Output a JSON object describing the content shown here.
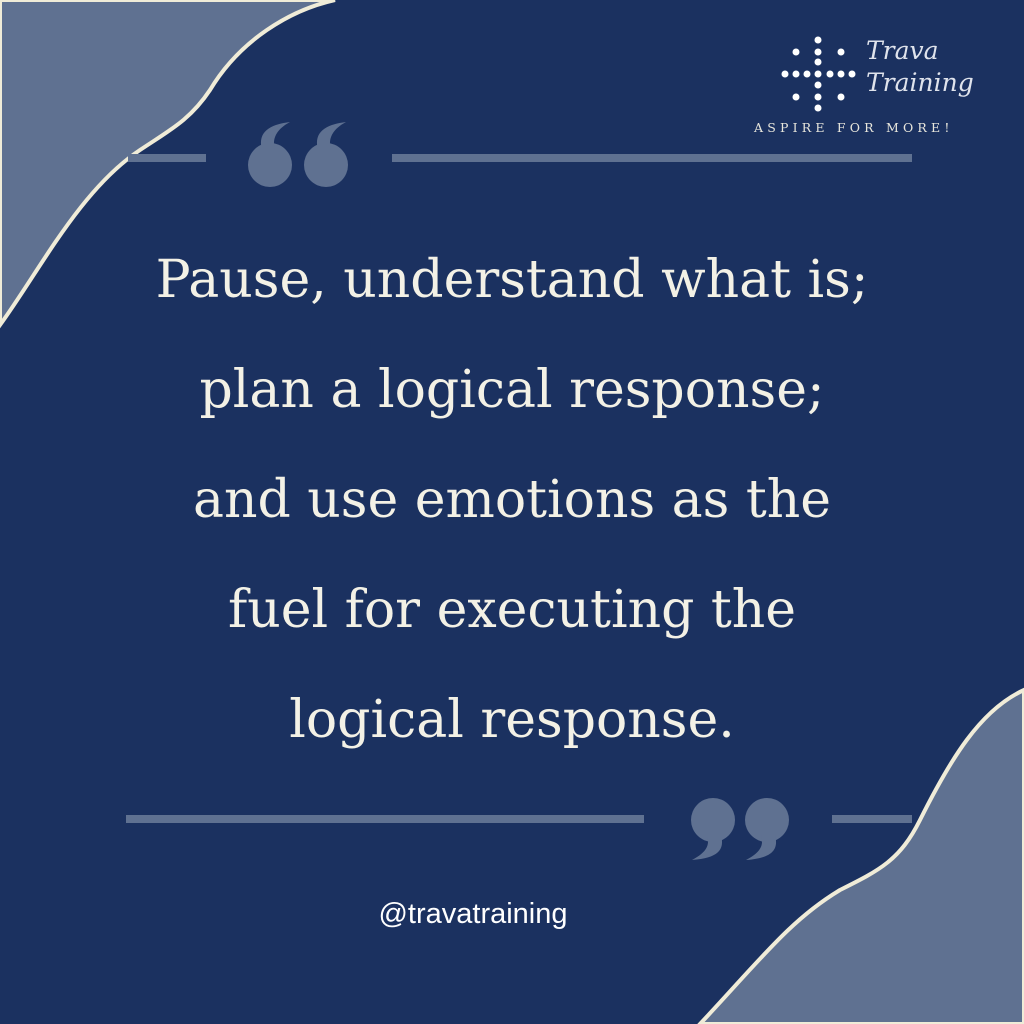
{
  "brand": {
    "name_line1": "Trava",
    "name_line2": "Training",
    "tagline": "ASPIRE FOR MORE!"
  },
  "quote": {
    "lines": [
      "Pause, understand what is;",
      "plan a logical response;",
      "and use emotions as the",
      "fuel for executing the",
      "logical response."
    ]
  },
  "handle": "@travatraining",
  "colors": {
    "background": "#1b3160",
    "accent": "#5f7191",
    "border": "#f0ecd8",
    "text": "#f3f1e6"
  }
}
